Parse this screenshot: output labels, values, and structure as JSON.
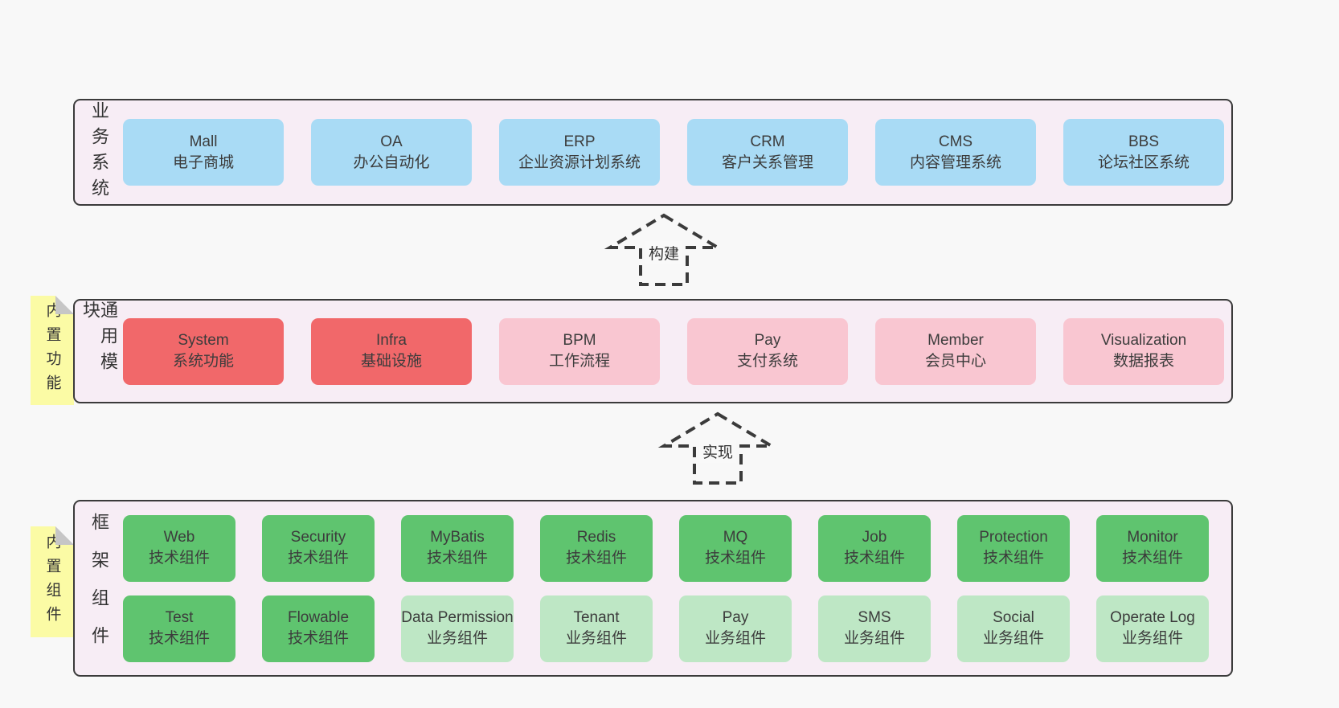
{
  "colors": {
    "background": "#f8f8f8",
    "panel_bg": "#f7edf5",
    "panel_border": "#3b3b3b",
    "blue_box": "#a9dbf5",
    "red_box": "#f1686a",
    "pink_box": "#f9c6d1",
    "green_box": "#5fc46f",
    "green_light_box": "#bee7c5",
    "note_yellow": "#fbfba5"
  },
  "layers": {
    "business": {
      "label": "业务系统",
      "boxes": [
        {
          "en": "Mall",
          "zh": "电子商城"
        },
        {
          "en": "OA",
          "zh": "办公自动化"
        },
        {
          "en": "ERP",
          "zh": "企业资源计划系统"
        },
        {
          "en": "CRM",
          "zh": "客户关系管理"
        },
        {
          "en": "CMS",
          "zh": "内容管理系统"
        },
        {
          "en": "BBS",
          "zh": "论坛社区系统"
        }
      ]
    },
    "modules": {
      "label": "通用模块",
      "note": "内置功能",
      "boxes": [
        {
          "en": "System",
          "zh": "系统功能"
        },
        {
          "en": "Infra",
          "zh": "基础设施"
        },
        {
          "en": "BPM",
          "zh": "工作流程"
        },
        {
          "en": "Pay",
          "zh": "支付系统"
        },
        {
          "en": "Member",
          "zh": "会员中心"
        },
        {
          "en": "Visualization",
          "zh": "数据报表"
        }
      ]
    },
    "framework": {
      "label": "框架组件",
      "note": "内置组件",
      "row1": [
        {
          "en": "Web",
          "zh": "技术组件"
        },
        {
          "en": "Security",
          "zh": "技术组件"
        },
        {
          "en": "MyBatis",
          "zh": "技术组件"
        },
        {
          "en": "Redis",
          "zh": "技术组件"
        },
        {
          "en": "MQ",
          "zh": "技术组件"
        },
        {
          "en": "Job",
          "zh": "技术组件"
        },
        {
          "en": "Protection",
          "zh": "技术组件"
        },
        {
          "en": "Monitor",
          "zh": "技术组件"
        }
      ],
      "row2": [
        {
          "en": "Test",
          "zh": "技术组件"
        },
        {
          "en": "Flowable",
          "zh": "技术组件"
        },
        {
          "en": "Data Permission",
          "zh": "业务组件"
        },
        {
          "en": "Tenant",
          "zh": "业务组件"
        },
        {
          "en": "Pay",
          "zh": "业务组件"
        },
        {
          "en": "SMS",
          "zh": "业务组件"
        },
        {
          "en": "Social",
          "zh": "业务组件"
        },
        {
          "en": "Operate Log",
          "zh": "业务组件"
        }
      ]
    }
  },
  "arrows": {
    "build": "构建",
    "implement": "实现"
  }
}
